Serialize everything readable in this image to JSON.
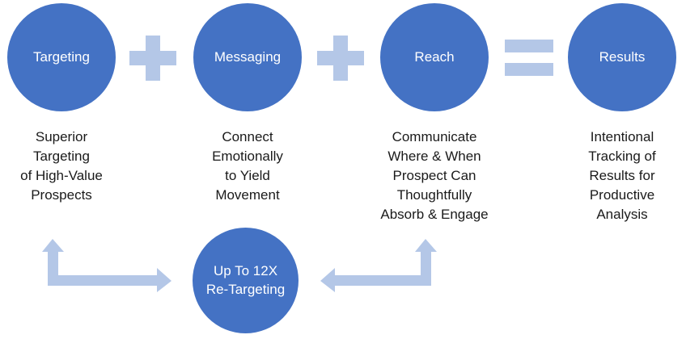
{
  "steps": [
    {
      "label": "Targeting",
      "description": "Superior\nTargeting\nof High-Value\nProspects"
    },
    {
      "label": "Messaging",
      "description": "Connect\nEmotionally\nto Yield\nMovement"
    },
    {
      "label": "Reach",
      "description": "Communicate\nWhere & When\nProspect Can\nThoughtfully\nAbsorb & Engage"
    },
    {
      "label": "Results",
      "description": "Intentional\nTracking of\nResults for\nProductive\nAnalysis"
    }
  ],
  "operators": {
    "plus_1": "plus-icon",
    "plus_2": "plus-icon",
    "equals": "equals-icon"
  },
  "retargeting": {
    "label": "Up To 12X\nRe-Targeting",
    "left_arrow": "elbow-arrow-icon",
    "right_arrow": "elbow-arrow-icon"
  },
  "colors": {
    "circle": "#4472c4",
    "operator": "#b4c7e7",
    "text": "#1a1a1a"
  }
}
